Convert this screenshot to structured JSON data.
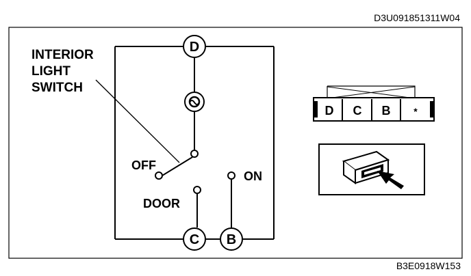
{
  "codes": {
    "top_right": "D3U091851311W04",
    "bottom_right": "B3E0918W153"
  },
  "switch": {
    "title_line1": "INTERIOR",
    "title_line2": "LIGHT",
    "title_line3": "SWITCH",
    "off_label": "OFF",
    "door_label": "DOOR",
    "on_label": "ON"
  },
  "terminals": {
    "top": "D",
    "bottom_left": "C",
    "bottom_right": "B"
  },
  "connector": {
    "pins": [
      "D",
      "C",
      "B",
      "*"
    ]
  },
  "icons": [
    "bulb-icon",
    "connector-icon",
    "arrow-icon"
  ]
}
